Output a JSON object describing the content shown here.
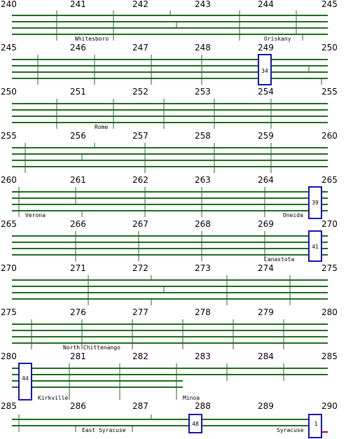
{
  "colors": {
    "track": "#1f6b1f",
    "exit_border": "#1414b4",
    "ending_track": "#c00000",
    "text": "#000000"
  },
  "rows": [
    {
      "mileposts": [
        "240",
        "241",
        "242",
        "243",
        "244",
        "245"
      ],
      "places": [
        "Whitesboro",
        "Oriskany"
      ],
      "exits": []
    },
    {
      "mileposts": [
        "245",
        "246",
        "247",
        "248",
        "249",
        "250"
      ],
      "places": [],
      "exits": [
        "34"
      ]
    },
    {
      "mileposts": [
        "250",
        "251",
        "252",
        "253",
        "254",
        "255"
      ],
      "places": [
        "Rome"
      ],
      "exits": []
    },
    {
      "mileposts": [
        "255",
        "256",
        "257",
        "258",
        "259",
        "260"
      ],
      "places": [],
      "exits": []
    },
    {
      "mileposts": [
        "260",
        "261",
        "262",
        "263",
        "264",
        "265"
      ],
      "places": [
        "Verona",
        "Oneida"
      ],
      "exits": [
        "39"
      ]
    },
    {
      "mileposts": [
        "265",
        "266",
        "267",
        "268",
        "269",
        "270"
      ],
      "places": [
        "Canastota"
      ],
      "exits": [
        "41"
      ]
    },
    {
      "mileposts": [
        "270",
        "271",
        "272",
        "273",
        "274",
        "275"
      ],
      "places": [],
      "exits": []
    },
    {
      "mileposts": [
        "275",
        "276",
        "277",
        "278",
        "279",
        "280"
      ],
      "places": [
        "North Chittenango"
      ],
      "exits": []
    },
    {
      "mileposts": [
        "280",
        "281",
        "282",
        "283",
        "284",
        "285"
      ],
      "places": [
        "Kirkville",
        "Minoa"
      ],
      "exits": [
        "44"
      ]
    },
    {
      "mileposts": [
        "285",
        "286",
        "287",
        "288",
        "289",
        "290"
      ],
      "places": [
        "East Syracuse",
        "Syracuse"
      ],
      "exits": [
        "48",
        "1"
      ]
    }
  ]
}
